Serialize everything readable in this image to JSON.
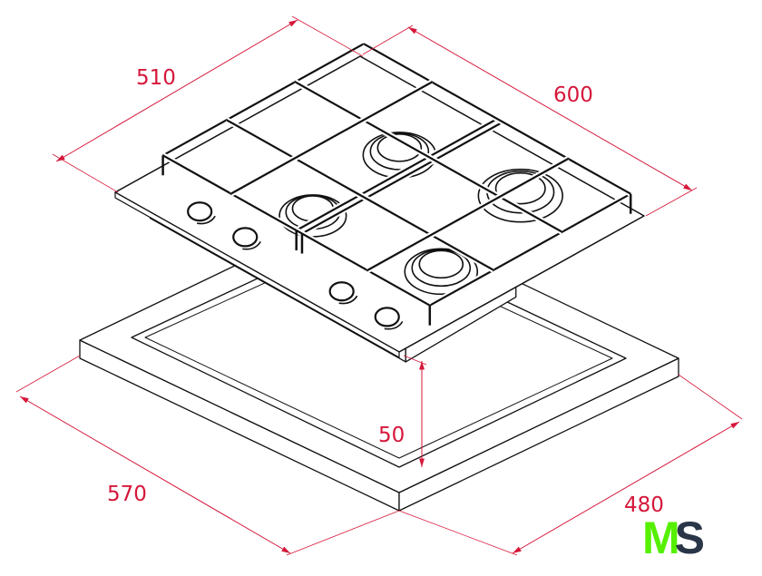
{
  "dimensions": {
    "depth_top": "510",
    "width_top": "600",
    "cutout_width": "570",
    "cutout_depth": "480",
    "height": "50"
  },
  "logo": {
    "text": "MS",
    "letter1": "M",
    "letter2": "S",
    "colors": {
      "M": "#55f000",
      "S": "#2a3548"
    }
  },
  "colors": {
    "dimension": "#d5173a",
    "drawing": "#111111"
  }
}
